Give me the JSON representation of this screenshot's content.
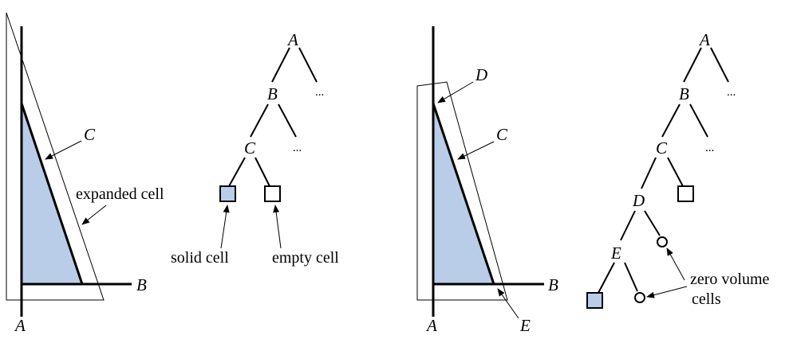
{
  "colors": {
    "solid_fill": "#b9cde9",
    "empty_fill": "#ffffff",
    "stroke": "#000000"
  },
  "left_figure": {
    "axis_x_label": "B",
    "axis_y_label": "A",
    "boundary_label": "C",
    "expanded_cell_label": "expanded cell"
  },
  "left_tree": {
    "nodes": {
      "a": "A",
      "b": "B",
      "c": "C"
    },
    "ellipsis": "...",
    "solid_cell_label": "solid cell",
    "empty_cell_label": "empty cell"
  },
  "right_figure": {
    "axis_x_label": "B",
    "axis_y_label": "A",
    "boundary_label": "C",
    "top_cut_label": "D",
    "bottom_cut_label": "E"
  },
  "right_tree": {
    "nodes": {
      "a": "A",
      "b": "B",
      "c": "C",
      "d": "D",
      "e": "E"
    },
    "ellipsis": "...",
    "zero_volume_label_line1": "zero volume",
    "zero_volume_label_line2": "cells"
  }
}
